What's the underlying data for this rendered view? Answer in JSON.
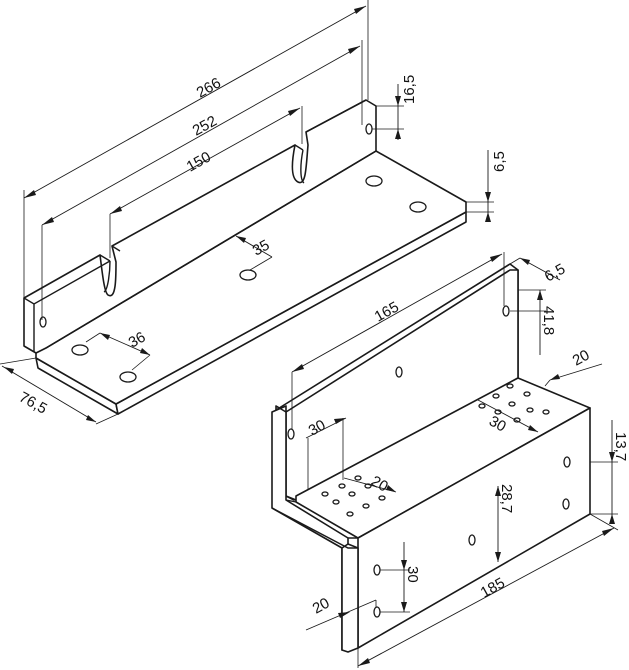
{
  "bracket_l": {
    "dims": {
      "d266": "266",
      "d252": "252",
      "d150": "150",
      "d165": "16,5",
      "d65": "6,5",
      "d35": "35",
      "d36": "36",
      "d765": "76,5"
    }
  },
  "bracket_z": {
    "dims": {
      "d65": "6,5",
      "d165": "165",
      "d418": "41,8",
      "d20_top": "20",
      "d30_left": "30",
      "d30_right": "30",
      "d20_mid": "20",
      "d137": "13,7",
      "d287": "28,7",
      "d30_bottom": "30",
      "d20_bottom": "20",
      "d185": "185"
    }
  },
  "colors": {
    "line": "#1a1a1a",
    "background": "#ffffff"
  }
}
